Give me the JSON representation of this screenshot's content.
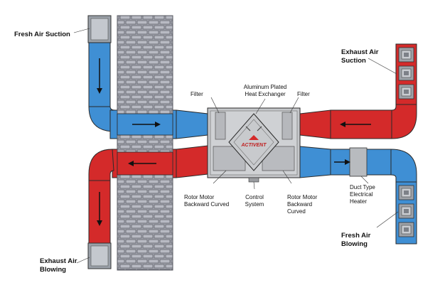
{
  "colors": {
    "fresh_air": "#3f8fd4",
    "exhaust_air": "#d42a2a",
    "wall": "#a7a9b3",
    "unit": "#c7c9cc",
    "outline": "#2a2a2a"
  },
  "labels": {
    "fresh_air_suction": "Fresh Air Suction",
    "exhaust_air_suction": "Exhaust Air\nSuction",
    "filter_left": "Filter",
    "heat_exchanger": "Aluminum Plated\nHeat Exchanger",
    "filter_right": "Filter",
    "rotor_motor_left": "Rotor Motor\nBackward Curved",
    "control_system": "Control\nSystem",
    "rotor_motor_right": "Rotor Motor\nBackward\nCurved",
    "duct_heater": "Duct Type\nElectrical\nHeater",
    "fresh_air_blowing": "Fresh Air\nBlowing",
    "exhaust_air_blowing": "Exhaust Air\nBlowing"
  },
  "brand": {
    "logo_text": "ACTIVENT"
  },
  "icons": [
    "flow-arrow-icon",
    "grille-icon",
    "fan-icon",
    "brand-logo-icon"
  ]
}
